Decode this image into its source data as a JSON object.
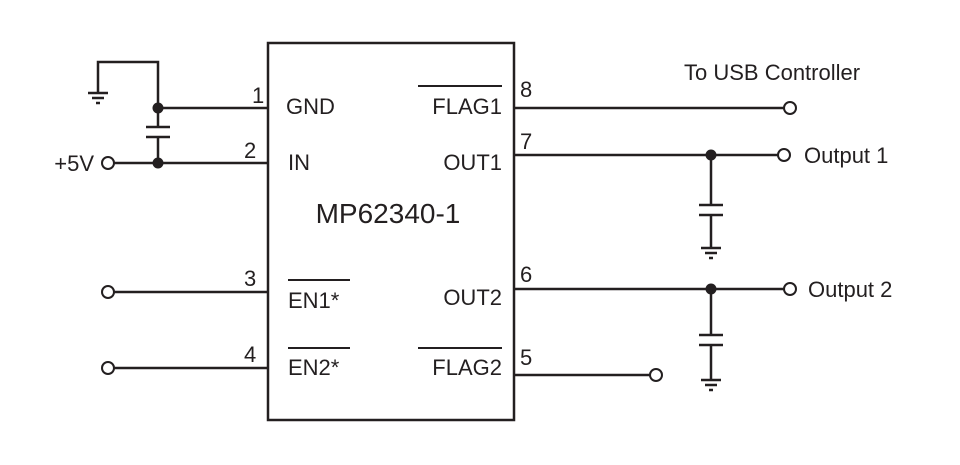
{
  "part_number": "MP62340-1",
  "pins": {
    "p1": {
      "num": "1",
      "name": "GND"
    },
    "p2": {
      "num": "2",
      "name": "IN"
    },
    "p3": {
      "num": "3",
      "name": "EN1*"
    },
    "p4": {
      "num": "4",
      "name": "EN2*"
    },
    "p5": {
      "num": "5",
      "name": "FLAG2"
    },
    "p6": {
      "num": "6",
      "name": "OUT2"
    },
    "p7": {
      "num": "7",
      "name": "OUT1"
    },
    "p8": {
      "num": "8",
      "name": "FLAG1"
    }
  },
  "labels": {
    "supply": "+5V",
    "usb": "To USB Controller",
    "output1": "Output 1",
    "output2": "Output 2"
  },
  "colors": {
    "ink": "#231f20",
    "background": "#ffffff"
  }
}
